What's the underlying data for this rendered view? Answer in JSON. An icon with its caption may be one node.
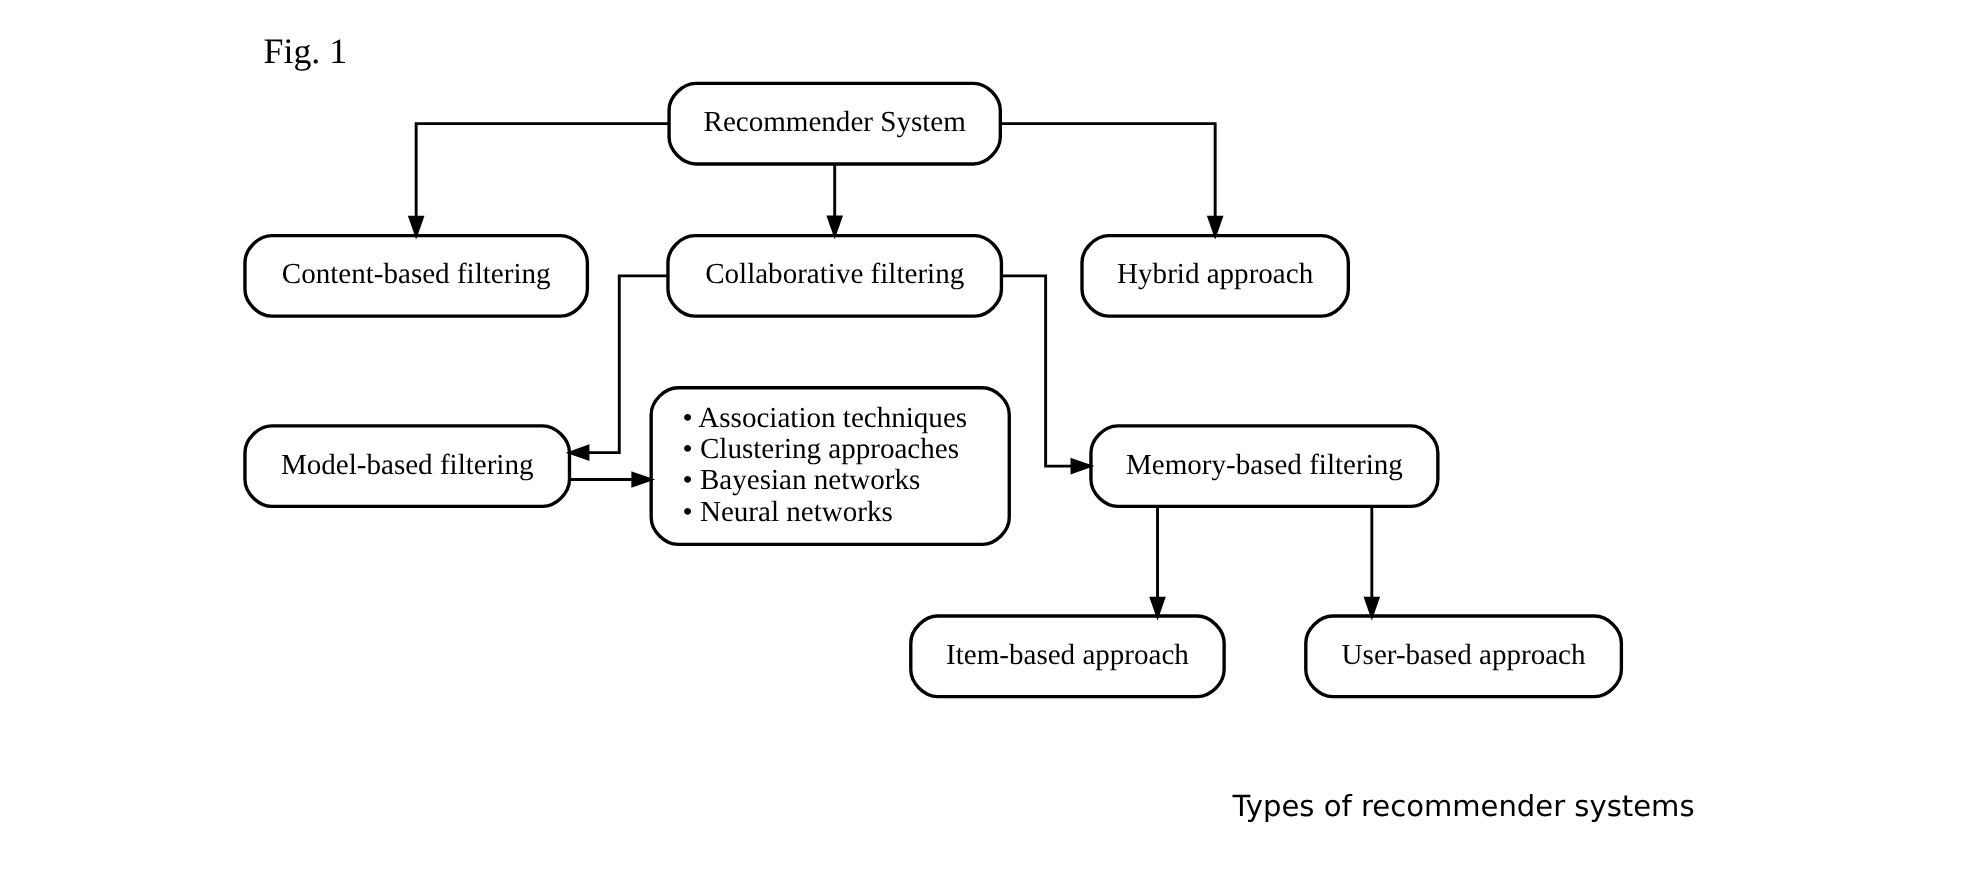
{
  "diagram": {
    "title": "Fig. 1",
    "caption": "Types of recommender systems",
    "nodes": [
      {
        "text": [
          "Recommender System"
        ]
      },
      {
        "text": [
          "Content-based filtering"
        ]
      },
      {
        "text": [
          "Collaborative filtering"
        ]
      },
      {
        "text": [
          "Hybrid approach"
        ]
      },
      {
        "text": [
          "• Association techniques",
          "• Clustering approaches",
          "• Bayesian networks",
          "• Neural networks"
        ]
      },
      {
        "text": [
          "Model-based filtering"
        ]
      },
      {
        "text": [
          "Memory-based filtering"
        ]
      },
      {
        "text": [
          "Item-based approach"
        ]
      },
      {
        "text": [
          "User-based approach"
        ]
      }
    ],
    "edges": [
      {
        "from": 0,
        "to": 1,
        "arrow": "to"
      },
      {
        "from": 0,
        "to": 2,
        "arrow": "to"
      },
      {
        "from": 0,
        "to": 3,
        "arrow": "to"
      },
      {
        "from": 2,
        "to": 5,
        "arrow": "to"
      },
      {
        "from": 2,
        "to": 6,
        "arrow": "to"
      },
      {
        "from": 5,
        "to": 4,
        "arrow": "to"
      },
      {
        "from": 6,
        "to": 7,
        "arrow": "to"
      },
      {
        "from": 6,
        "to": 8,
        "arrow": "to"
      }
    ]
  }
}
